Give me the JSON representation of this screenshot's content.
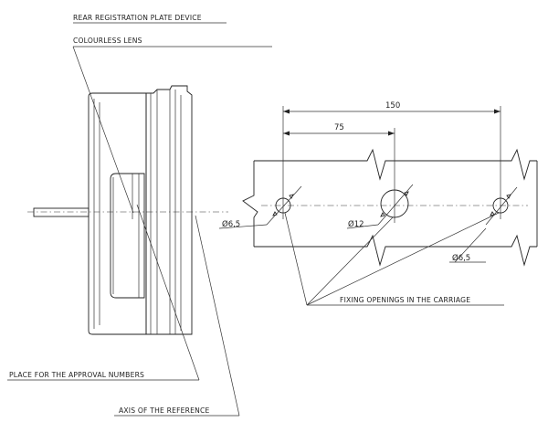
{
  "labels": {
    "rear_plate_device": "REAR REGISTRATION PLATE DEVICE",
    "colourless_lens": "COLOURLESS LENS",
    "approval_numbers": "PLACE FOR THE APPROVAL NUMBERS",
    "axis_reference": "AXIS OF THE REFERENCE",
    "fixing_openings": "FIXING OPENINGS IN THE CARRIAGE"
  },
  "dimensions": {
    "overall_span": "150",
    "half_span": "75",
    "hole_left_dia": "Ø6,5",
    "hole_center_dia": "Ø12",
    "hole_right_dia": "Ø6,5"
  }
}
